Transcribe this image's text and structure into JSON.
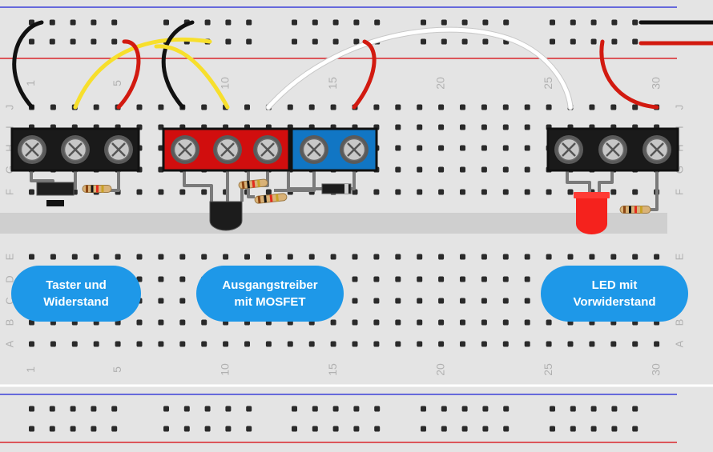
{
  "column_numbers": [
    "1",
    "5",
    "10",
    "15",
    "20",
    "25",
    "30"
  ],
  "row_letters_top": [
    "J",
    "I",
    "H",
    "G",
    "F"
  ],
  "row_letters_bottom": [
    "E",
    "D",
    "C",
    "B",
    "A"
  ],
  "labels": [
    {
      "id": "taster",
      "text": "Taster und\nWiderstand"
    },
    {
      "id": "ausgang",
      "text": "Ausgangstreiber\nmit MOSFET"
    },
    {
      "id": "led",
      "text": "LED mit\nVorwiderstand"
    }
  ],
  "colors": {
    "board": "#e4e4e4",
    "hole": "#2a2a2a",
    "rail_red": "#d9262c",
    "rail_blue": "#3d40d8",
    "label_bg": "#1e98e8",
    "terminal_black": "#1a1a1a",
    "terminal_red": "#d10e0e",
    "terminal_blue": "#1176c4",
    "wire_black": "#111111",
    "wire_red": "#d21a10",
    "wire_yellow": "#f7df2c",
    "wire_white": "#ffffff",
    "led_red": "#f5221d"
  }
}
